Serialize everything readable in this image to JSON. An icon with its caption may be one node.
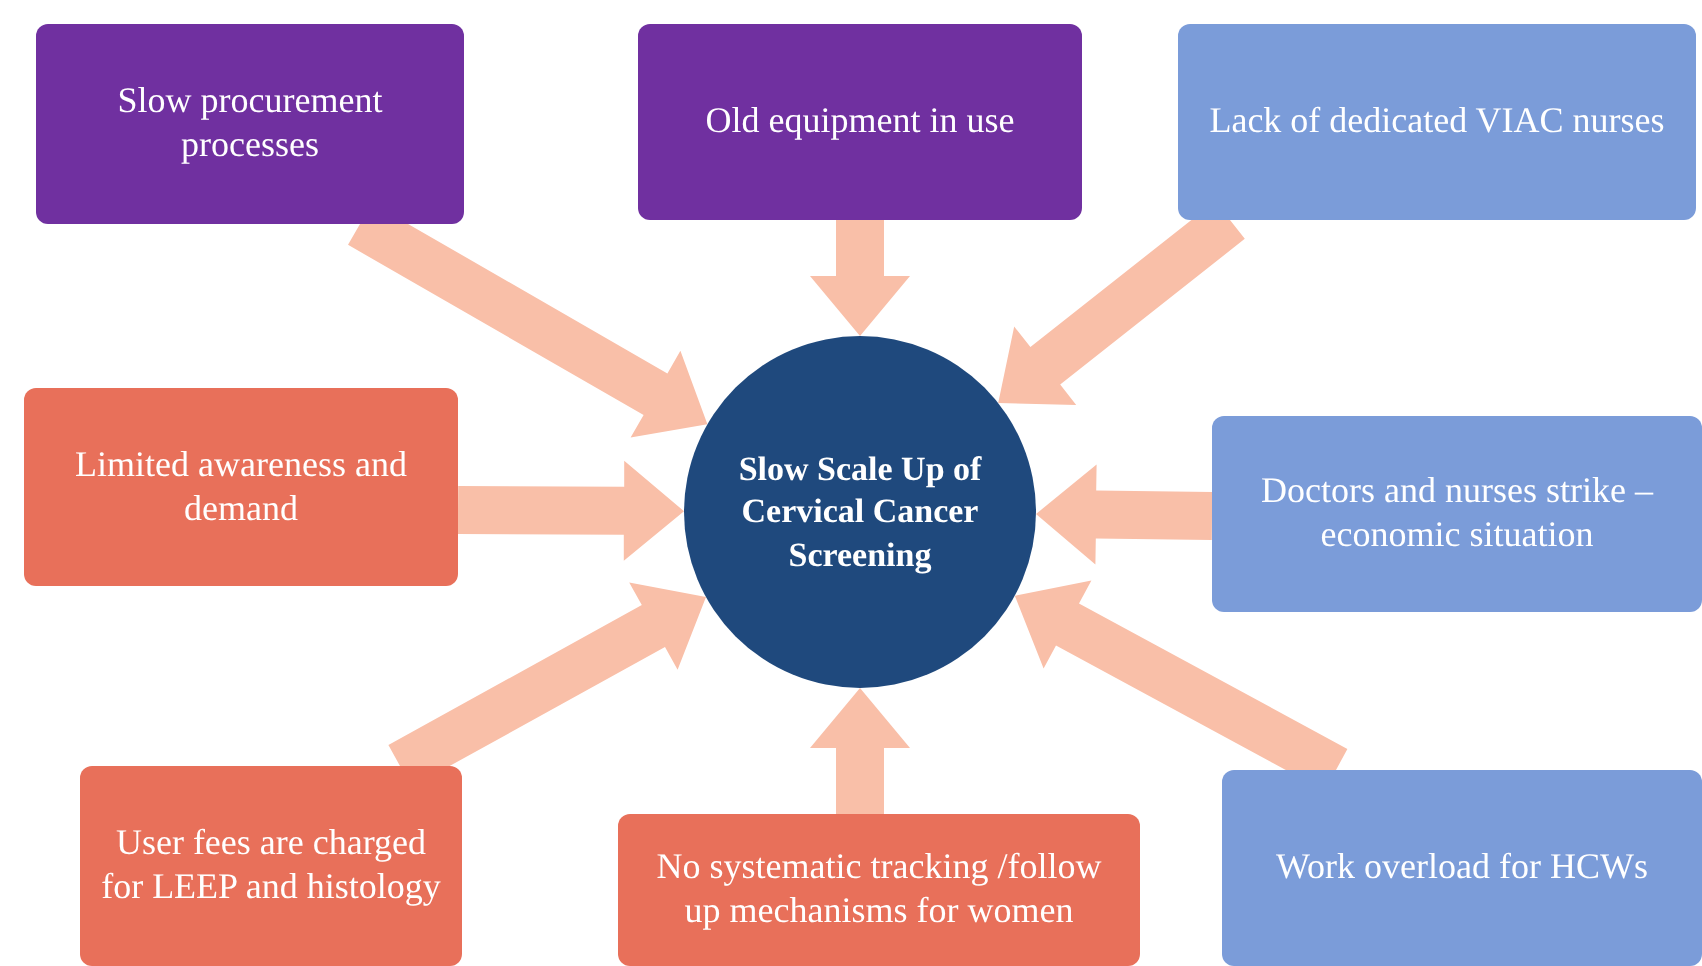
{
  "diagram": {
    "nodes": [
      {
        "text": [
          "Slow Scale Up of Cervical Cancer Screening"
        ]
      },
      {
        "text": [
          "Slow procurement processes"
        ]
      },
      {
        "text": [
          "Old equipment in use"
        ]
      },
      {
        "text": [
          "Lack of dedicated VIAC nurses"
        ]
      },
      {
        "text": [
          "Limited awareness and demand"
        ]
      },
      {
        "text": [
          "Doctors and nurses strike – economic situation"
        ]
      },
      {
        "text": [
          "User fees are charged for LEEP and histology"
        ]
      },
      {
        "text": [
          "No systematic tracking /follow up mechanisms for women"
        ]
      },
      {
        "text": [
          "Work overload for HCWs"
        ]
      }
    ],
    "edges": [
      {
        "from": 1,
        "to": 0,
        "arrow": "to"
      },
      {
        "from": 2,
        "to": 0,
        "arrow": "to"
      },
      {
        "from": 3,
        "to": 0,
        "arrow": "to"
      },
      {
        "from": 4,
        "to": 0,
        "arrow": "to"
      },
      {
        "from": 5,
        "to": 0,
        "arrow": "to"
      },
      {
        "from": 6,
        "to": 0,
        "arrow": "to"
      },
      {
        "from": 7,
        "to": 0,
        "arrow": "to"
      },
      {
        "from": 8,
        "to": 0,
        "arrow": "to"
      }
    ]
  }
}
